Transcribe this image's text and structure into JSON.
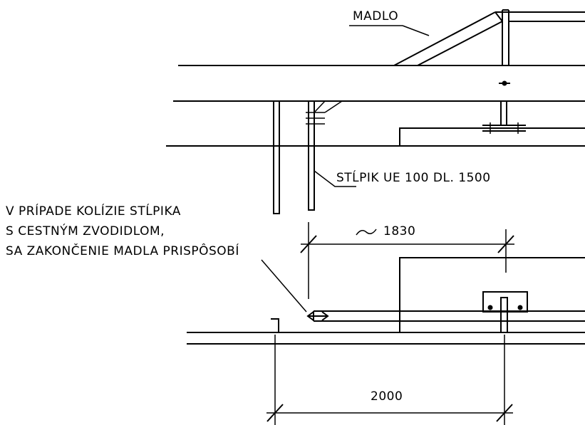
{
  "labels": {
    "handrail": "MADLO",
    "post": "STĹPIK UE 100 DL. 1500",
    "note_line1": "V PRÍPADE KOLÍZIE STĹPIKA",
    "note_line2": "S CESTNÝM ZVODIDLOM,",
    "note_line3": "SA ZAKONČENIE MADLA PRISPÔSOBÍ",
    "dim_approx": "1830",
    "dim_bottom": "2000"
  }
}
